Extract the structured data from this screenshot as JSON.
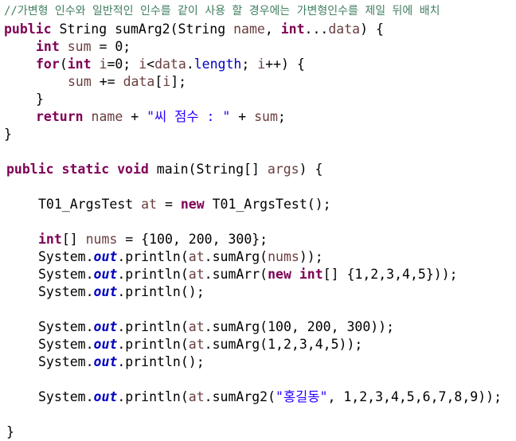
{
  "code": {
    "lines": [
      {
        "name": "line-comment",
        "indent": 0,
        "tokens": [
          {
            "t": "//가변형 인수와 일반적인 인수를 같이 사용 할 경우에는 가변형인수를 제일 뒤에 배치",
            "k": "cmt"
          }
        ]
      },
      {
        "name": "line-method-signature",
        "indent": 0,
        "tokens": [
          {
            "t": "public",
            "k": "kw"
          },
          {
            "t": " String sumArg2(String ",
            "k": "plain"
          },
          {
            "t": "name",
            "k": "var"
          },
          {
            "t": ", ",
            "k": "plain"
          },
          {
            "t": "int",
            "k": "kw"
          },
          {
            "t": "...",
            "k": "plain"
          },
          {
            "t": "data",
            "k": "var"
          },
          {
            "t": ") {",
            "k": "plain"
          }
        ]
      },
      {
        "name": "line-int-sum",
        "indent": 1,
        "tokens": [
          {
            "t": "int",
            "k": "kw"
          },
          {
            "t": " ",
            "k": "plain"
          },
          {
            "t": "sum",
            "k": "var"
          },
          {
            "t": " = 0;",
            "k": "plain"
          }
        ]
      },
      {
        "name": "line-for-loop",
        "indent": 1,
        "tokens": [
          {
            "t": "for",
            "k": "kw"
          },
          {
            "t": "(",
            "k": "plain"
          },
          {
            "t": "int",
            "k": "kw"
          },
          {
            "t": " ",
            "k": "plain"
          },
          {
            "t": "i",
            "k": "var"
          },
          {
            "t": "=0; ",
            "k": "plain"
          },
          {
            "t": "i",
            "k": "var"
          },
          {
            "t": "<",
            "k": "plain"
          },
          {
            "t": "data",
            "k": "var"
          },
          {
            "t": ".",
            "k": "plain"
          },
          {
            "t": "length",
            "k": "field"
          },
          {
            "t": "; ",
            "k": "plain"
          },
          {
            "t": "i",
            "k": "var"
          },
          {
            "t": "++) {",
            "k": "plain"
          }
        ]
      },
      {
        "name": "line-sum-add",
        "indent": 2,
        "tokens": [
          {
            "t": "sum",
            "k": "var"
          },
          {
            "t": " += ",
            "k": "plain"
          },
          {
            "t": "data",
            "k": "var"
          },
          {
            "t": "[",
            "k": "plain"
          },
          {
            "t": "i",
            "k": "var"
          },
          {
            "t": "];",
            "k": "plain"
          }
        ]
      },
      {
        "name": "line-for-close",
        "indent": 1,
        "tokens": [
          {
            "t": "}",
            "k": "plain"
          }
        ]
      },
      {
        "name": "line-return",
        "indent": 1,
        "tokens": [
          {
            "t": "return",
            "k": "kw"
          },
          {
            "t": " ",
            "k": "plain"
          },
          {
            "t": "name",
            "k": "var"
          },
          {
            "t": " + ",
            "k": "plain"
          },
          {
            "t": "\"씨 점수 : \"",
            "k": "str"
          },
          {
            "t": " + ",
            "k": "plain"
          },
          {
            "t": "sum",
            "k": "var"
          },
          {
            "t": ";",
            "k": "plain"
          }
        ]
      },
      {
        "name": "line-method-close",
        "indent": 0,
        "tokens": [
          {
            "t": "}",
            "k": "plain"
          }
        ]
      },
      {
        "name": "line-main-signature",
        "indent": 0,
        "tokens": [
          {
            "t": "public",
            "k": "kw"
          },
          {
            "t": " ",
            "k": "plain"
          },
          {
            "t": "static",
            "k": "kw"
          },
          {
            "t": " ",
            "k": "plain"
          },
          {
            "t": "void",
            "k": "kw"
          },
          {
            "t": " main(String[] ",
            "k": "plain"
          },
          {
            "t": "args",
            "k": "var"
          },
          {
            "t": ") {",
            "k": "plain"
          }
        ]
      },
      {
        "name": "line-new-argstest",
        "indent": 1,
        "tokens": [
          {
            "t": "T01_ArgsTest ",
            "k": "plain"
          },
          {
            "t": "at",
            "k": "var"
          },
          {
            "t": " = ",
            "k": "plain"
          },
          {
            "t": "new",
            "k": "kw"
          },
          {
            "t": " T01_ArgsTest();",
            "k": "plain"
          }
        ]
      },
      {
        "name": "line-nums-array",
        "indent": 1,
        "tokens": [
          {
            "t": "int",
            "k": "kw"
          },
          {
            "t": "[] ",
            "k": "plain"
          },
          {
            "t": "nums",
            "k": "var"
          },
          {
            "t": " = {100, 200, 300};",
            "k": "plain"
          }
        ]
      },
      {
        "name": "line-println-sumarg-nums",
        "indent": 1,
        "tokens": [
          {
            "t": "System.",
            "k": "plain"
          },
          {
            "t": "out",
            "k": "static"
          },
          {
            "t": ".println(",
            "k": "plain"
          },
          {
            "t": "at",
            "k": "var"
          },
          {
            "t": ".sumArg(",
            "k": "plain"
          },
          {
            "t": "nums",
            "k": "var"
          },
          {
            "t": "));",
            "k": "plain"
          }
        ]
      },
      {
        "name": "line-println-sumarr",
        "indent": 1,
        "tokens": [
          {
            "t": "System.",
            "k": "plain"
          },
          {
            "t": "out",
            "k": "static"
          },
          {
            "t": ".println(",
            "k": "plain"
          },
          {
            "t": "at",
            "k": "var"
          },
          {
            "t": ".sumArr(",
            "k": "plain"
          },
          {
            "t": "new",
            "k": "kw"
          },
          {
            "t": " ",
            "k": "plain"
          },
          {
            "t": "int",
            "k": "kw"
          },
          {
            "t": "[] {1,2,3,4,5}));",
            "k": "plain"
          }
        ]
      },
      {
        "name": "line-println-empty-1",
        "indent": 1,
        "tokens": [
          {
            "t": "System.",
            "k": "plain"
          },
          {
            "t": "out",
            "k": "static"
          },
          {
            "t": ".println();",
            "k": "plain"
          }
        ]
      },
      {
        "name": "line-println-sumarg-values",
        "indent": 1,
        "tokens": [
          {
            "t": "System.",
            "k": "plain"
          },
          {
            "t": "out",
            "k": "static"
          },
          {
            "t": ".println(",
            "k": "plain"
          },
          {
            "t": "at",
            "k": "var"
          },
          {
            "t": ".sumArg(100, 200, 300));",
            "k": "plain"
          }
        ]
      },
      {
        "name": "line-println-sumarg-list",
        "indent": 1,
        "tokens": [
          {
            "t": "System.",
            "k": "plain"
          },
          {
            "t": "out",
            "k": "static"
          },
          {
            "t": ".println(",
            "k": "plain"
          },
          {
            "t": "at",
            "k": "var"
          },
          {
            "t": ".sumArg(1,2,3,4,5));",
            "k": "plain"
          }
        ]
      },
      {
        "name": "line-println-empty-2",
        "indent": 1,
        "tokens": [
          {
            "t": "System.",
            "k": "plain"
          },
          {
            "t": "out",
            "k": "static"
          },
          {
            "t": ".println();",
            "k": "plain"
          }
        ]
      },
      {
        "name": "line-println-sumarg2",
        "indent": 1,
        "tokens": [
          {
            "t": "System.",
            "k": "plain"
          },
          {
            "t": "out",
            "k": "static"
          },
          {
            "t": ".println(",
            "k": "plain"
          },
          {
            "t": "at",
            "k": "var"
          },
          {
            "t": ".sumArg2(",
            "k": "plain"
          },
          {
            "t": "\"홍길동\"",
            "k": "str"
          },
          {
            "t": ", 1,2,3,4,5,6,7,8,9));",
            "k": "plain"
          }
        ]
      },
      {
        "name": "line-main-close",
        "indent": 0,
        "tokens": [
          {
            "t": "}",
            "k": "plain"
          }
        ]
      }
    ]
  },
  "colors": {
    "keyword": "#7f0055",
    "local_variable": "#6a3e3e",
    "field": "#0000c0",
    "string": "#2a00ff",
    "comment": "#3f7f5f",
    "background": "#ffffff"
  }
}
